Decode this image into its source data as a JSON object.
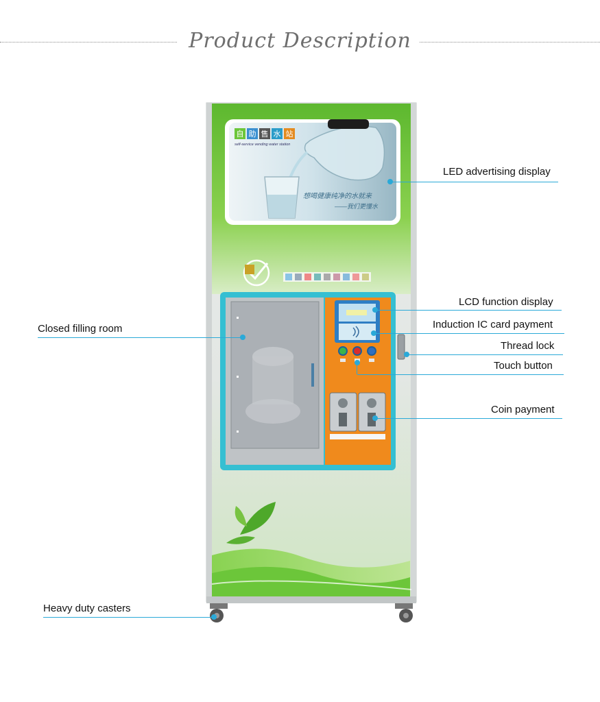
{
  "header": {
    "title": "Product Description"
  },
  "machine": {
    "screen_badge_chars": [
      "自",
      "助",
      "售",
      "水",
      "站"
    ],
    "screen_badge_sub": "self-service vending water station",
    "screen_slogan_line1": "想喝健康纯净的水就来",
    "screen_slogan_line2": "——我们更懂水",
    "colors": {
      "green": "#6cc63a",
      "orange": "#f08a1c",
      "teal": "#35bfd2",
      "body": "#e4e6e6"
    }
  },
  "callouts": {
    "led_display": "LED advertising display",
    "lcd_display": "LCD function display",
    "ic_card": "Induction IC card payment",
    "thread_lock": "Thread lock",
    "touch_button": "Touch button",
    "coin_payment": "Coin payment",
    "filling_room": "Closed filling room",
    "casters": "Heavy duty casters"
  },
  "accent_color": "#2aa9d8"
}
